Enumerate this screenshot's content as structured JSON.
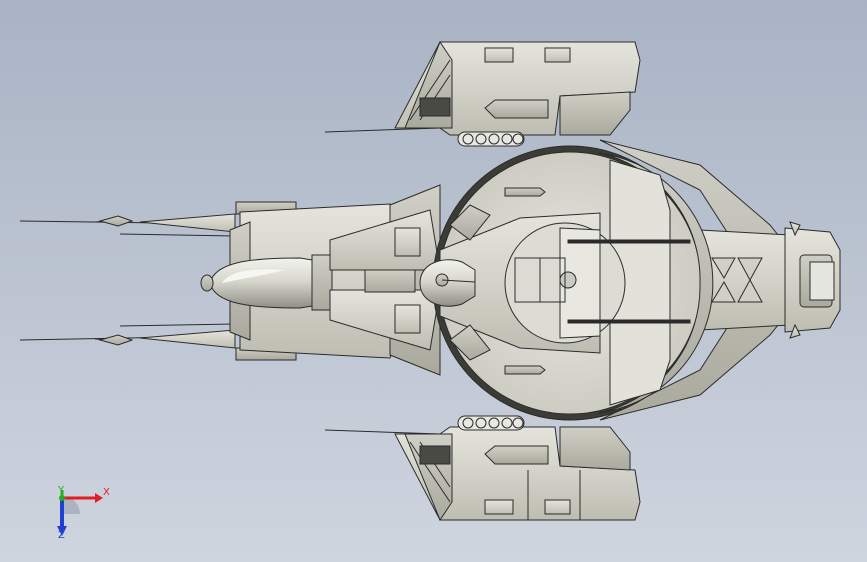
{
  "viewport": {
    "background_top": "#a9b3c4",
    "background_bottom": "#cfd5df"
  },
  "model": {
    "fill_main": "#d8d8d0",
    "fill_shade": "#c4c4ba",
    "fill_light": "#ecece6",
    "stroke": "#2b2b2b"
  },
  "triad": {
    "x_label": "X",
    "y_label": "Y",
    "z_label": "Z",
    "x_color": "#e02020",
    "y_color": "#20b020",
    "z_color": "#2040d0",
    "origin_icon": "coordinate-triad-icon"
  }
}
